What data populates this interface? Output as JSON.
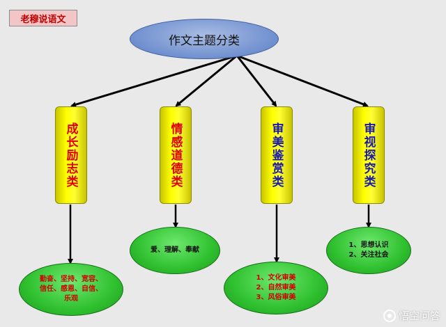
{
  "author_label": "老穆说语文",
  "root": {
    "label": "作文主题分类"
  },
  "categories": [
    {
      "label": "成长励志类",
      "color": "#e00000"
    },
    {
      "label": "情感道德类",
      "color": "#e00000"
    },
    {
      "label": "审美鉴赏类",
      "color": "#1a1aa8"
    },
    {
      "label": "审视探究类",
      "color": "#1a1aa8"
    }
  ],
  "leaves": [
    {
      "text": "勤奋、坚持、宽容、\n信任、感恩、自信、\n乐观",
      "color": "#d00000"
    },
    {
      "text": "爱、理解、奉献",
      "color": "#111111"
    },
    {
      "text": "1、文化审美\n2、自然审美\n3、风俗审美",
      "color": "#d00000"
    },
    {
      "text": "1、思想认识\n2、关注社会",
      "color": "#111111"
    }
  ],
  "watermark": {
    "text": "悟空问答",
    "icon": "wukong-logo-icon"
  }
}
